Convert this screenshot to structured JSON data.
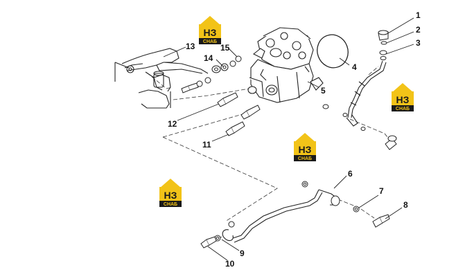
{
  "diagram": {
    "callouts": [
      {
        "id": "1",
        "label": "1"
      },
      {
        "id": "2",
        "label": "2"
      },
      {
        "id": "3",
        "label": "3"
      },
      {
        "id": "4",
        "label": "4"
      },
      {
        "id": "5",
        "label": "5"
      },
      {
        "id": "6",
        "label": "6"
      },
      {
        "id": "7",
        "label": "7"
      },
      {
        "id": "8",
        "label": "8"
      },
      {
        "id": "9",
        "label": "9"
      },
      {
        "id": "10",
        "label": "10"
      },
      {
        "id": "11",
        "label": "11"
      },
      {
        "id": "12",
        "label": "12"
      },
      {
        "id": "13",
        "label": "13"
      },
      {
        "id": "14",
        "label": "14"
      },
      {
        "id": "15",
        "label": "15"
      }
    ],
    "watermark": {
      "top_text": "НЗ",
      "bottom_text": "СНАБ",
      "yellow": "#f2c318",
      "dark": "#1a1a1a"
    }
  }
}
